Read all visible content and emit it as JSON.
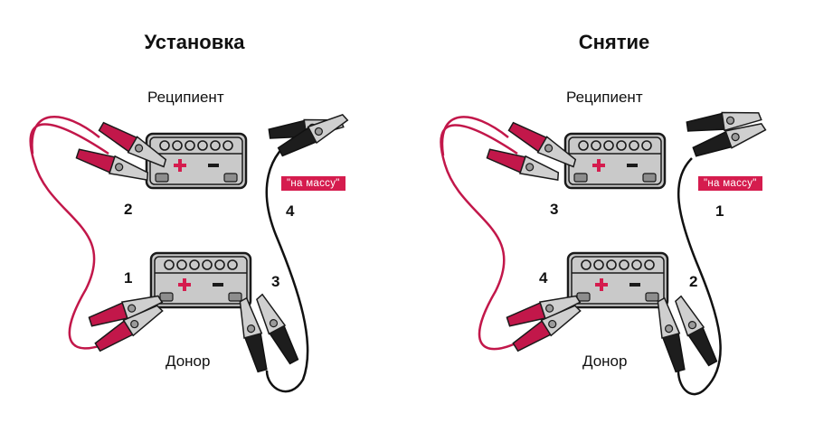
{
  "install": {
    "title": "Установка",
    "recipient_label": "Реципиент",
    "donor_label": "Донор",
    "ground_badge": "\"на массу\"",
    "steps": {
      "recipient_plus": "2",
      "donor_plus": "1",
      "donor_minus": "3",
      "ground": "4"
    }
  },
  "removal": {
    "title": "Снятие",
    "recipient_label": "Реципиент",
    "donor_label": "Донор",
    "ground_badge": "\"на массу\"",
    "steps": {
      "recipient_plus": "3",
      "donor_plus": "4",
      "donor_minus": "2",
      "ground": "1"
    }
  },
  "colors": {
    "red_cable": "#c2174a",
    "black_cable": "#111111",
    "battery_fill": "#c9c9c9",
    "plus_sign": "#d51c4e"
  }
}
